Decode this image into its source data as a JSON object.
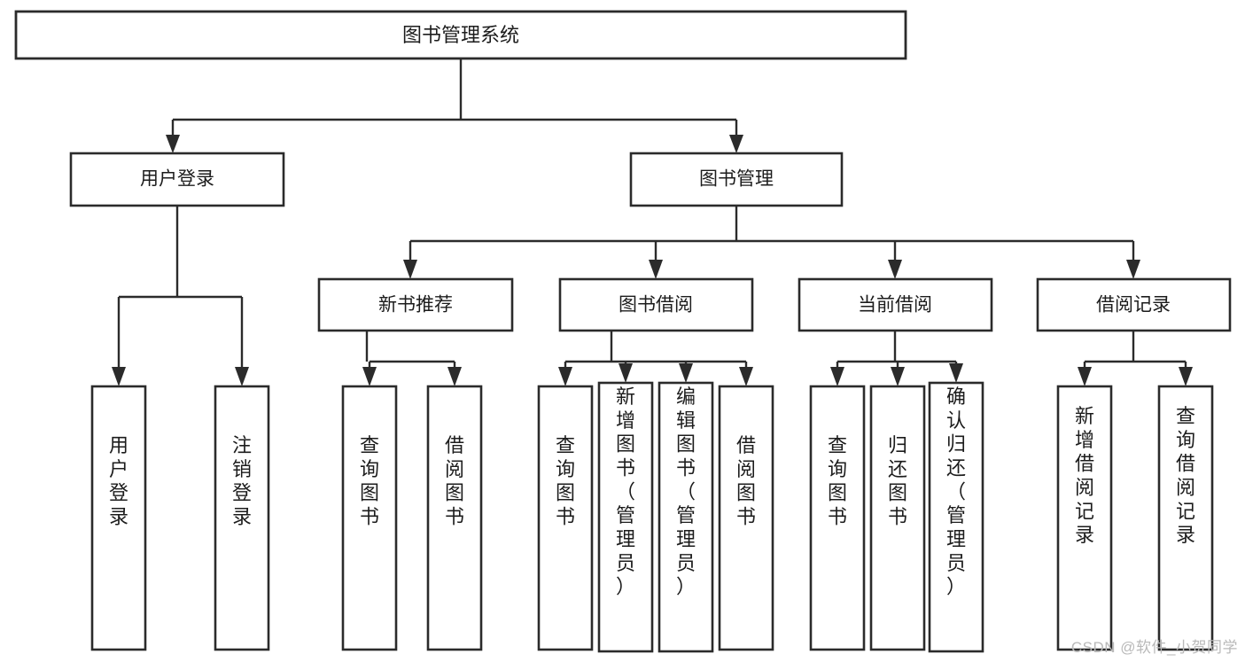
{
  "diagram": {
    "title": "图书管理系统",
    "type": "tree-hierarchy",
    "colors": {
      "stroke": "#2b2b2b",
      "box_fill": "#ffffff",
      "text": "#1c1c1c",
      "watermark": "#b9b9b9",
      "background": "#ffffff"
    },
    "root": {
      "label": "图书管理系统"
    },
    "level2": [
      {
        "label": "用户登录"
      },
      {
        "label": "图书管理"
      }
    ],
    "level3": [
      {
        "label": "新书推荐"
      },
      {
        "label": "图书借阅"
      },
      {
        "label": "当前借阅"
      },
      {
        "label": "借阅记录"
      }
    ],
    "leaves": {
      "user_login": [
        {
          "label": "用户登录"
        },
        {
          "label": "注销登录"
        }
      ],
      "new_book_recommend": [
        {
          "label": "查询图书"
        },
        {
          "label": "借阅图书"
        }
      ],
      "book_borrow": [
        {
          "label": "查询图书"
        },
        {
          "label": "新增图书（管理员）"
        },
        {
          "label": "编辑图书（管理员）"
        },
        {
          "label": "借阅图书"
        }
      ],
      "current_borrow": [
        {
          "label": "查询图书"
        },
        {
          "label": "归还图书"
        },
        {
          "label": "确认归还（管理员）"
        }
      ],
      "borrow_record": [
        {
          "label": "新增借阅记录"
        },
        {
          "label": "查询借阅记录"
        }
      ]
    }
  },
  "watermark": {
    "text": "CSDN @软件_小贺同学"
  }
}
